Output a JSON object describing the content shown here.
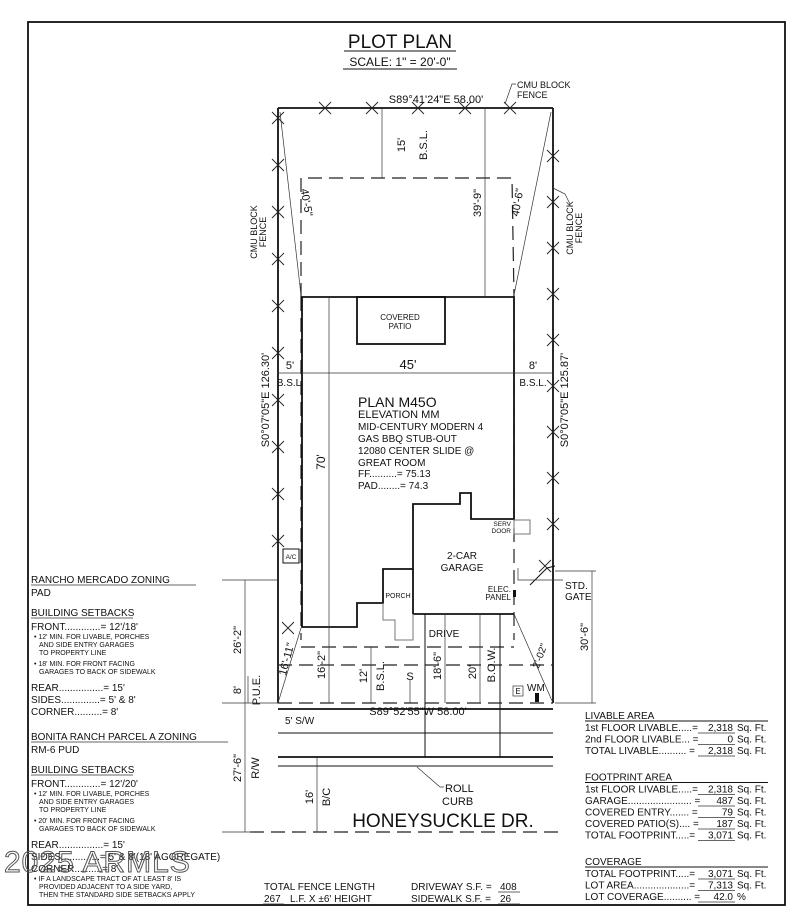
{
  "title": "PLOT PLAN",
  "scale": "SCALE: 1\" = 20'-0\"",
  "watermark": "2025 ARMLS",
  "lot": {
    "rear_bearing": "S89°41'24\"E  58.00'",
    "front_bearing": "S89°52'55\"W  58.00'",
    "left_bearing": "S0°07'05\"E  126.30'",
    "right_bearing": "S0°07'05\"E  125.87'",
    "fence_label_top": [
      "CMU BLOCK",
      "FENCE"
    ],
    "fence_label_left": [
      "CMU BLOCK",
      "FENCE"
    ],
    "fence_label_right": [
      "CMU BLOCK",
      "FENCE"
    ]
  },
  "dimensions": {
    "rear_setback": "15'",
    "rear_bsl": "B.S.L.",
    "diag_left": "40'-5\"",
    "rear_depth": "39'-9\"",
    "diag_right": "40'-6\"",
    "width": "45'",
    "left_side": "5'",
    "left_bsl": "B.S.L",
    "right_side": "8'",
    "right_bsl": "B.S.L.",
    "depth": "70'",
    "left_front_diag": "16'-11\"",
    "front_left": "16'-2\"",
    "front_bsl_dim": "12'",
    "front_bsl": "B.S.L.",
    "s_label": "S",
    "drive_dim": "18'-6\"",
    "bow_dim": "20'",
    "bow": "B.O.W.",
    "right_front_diag": "2'-02\"",
    "gate_dim": "30'-6\"",
    "left_outer": "26'-2\"",
    "pue_dim": "8'",
    "pue": "P.U.E.",
    "rw_dim": "27'-6\"",
    "rw": "R/W",
    "bc_dim": "16'",
    "bc": "B/C"
  },
  "labels": {
    "covered_patio": [
      "COVERED",
      "PATIO"
    ],
    "plan": "PLAN M45O",
    "elevation": "ELEVATION MM",
    "notes": [
      "MID-CENTURY MODERN 4",
      "GAS BBQ STUB-OUT",
      "12080 CENTER SLIDE @",
      "GREAT ROOM"
    ],
    "ff": "FF..........= 75.13",
    "pad": "PAD........= 74.3",
    "serv_door": [
      "SERV",
      "DOOR"
    ],
    "ac": "A/C",
    "garage": [
      "2-CAR",
      "GARAGE"
    ],
    "elec_panel": [
      "ELEC.",
      "PANEL"
    ],
    "porch": "PORCH",
    "drive": "DRIVE",
    "std_gate": [
      "STD.",
      "GATE"
    ],
    "e": "E",
    "wm": "WM",
    "sidewalk": "5' S/W",
    "roll_curb": [
      "ROLL",
      "CURB"
    ],
    "street": "HONEYSUCKLE DR."
  },
  "zoning": [
    {
      "title": "RANCHO MERCADO ZONING",
      "code": "PAD",
      "setbacks_title": "BUILDING SETBACKS",
      "front": "FRONT.............= 12'/18'",
      "front_notes": [
        [
          "• 12' MIN. FOR LIVABLE, PORCHES",
          "AND SIDE ENTRY GARAGES",
          "TO PROPERTY LINE"
        ],
        [
          "• 18' MIN. FOR FRONT FACING",
          "GARAGES TO BACK OF SIDEWALK"
        ]
      ],
      "rear": "REAR................= 15'",
      "sides": "SIDES..............= 5' & 8'",
      "corner": "CORNER..........= 8'"
    },
    {
      "title": "BONITA RANCH PARCEL A ZONING",
      "code": "RM-6 PUD",
      "setbacks_title": "BUILDING SETBACKS",
      "front": "FRONT.............= 12'/20'",
      "front_notes": [
        [
          "• 12' MIN. FOR LIVABLE, PORCHES",
          "AND SIDE ENTRY GARAGES",
          "TO PROPERTY LINE"
        ],
        [
          "• 20' MIN. FOR FRONT FACING",
          "GARAGES TO BACK OF SIDEWALK"
        ]
      ],
      "rear": "REAR................= 15'",
      "sides": "SIDES..............= 5' & 8'(13' AGGREGATE)",
      "corner": "CORNER..........= 8'",
      "corner_note": [
        "• IF A LANDSCAPE TRACT OF AT LEAST 8' IS",
        "PROVIDED ADJACENT TO A SIDE YARD,",
        "THEN THE STANDARD SIDE SETBACKS APPLY"
      ]
    }
  ],
  "fence": {
    "title": "TOTAL FENCE LENGTH",
    "length": "267",
    "rest": "L.F.  X  ±6' HEIGHT"
  },
  "flatwork": [
    {
      "label": "DRIVEWAY S.F.  =",
      "value": "408"
    },
    {
      "label": "SIDEWALK S.F.  =",
      "value": "26"
    }
  ],
  "areas": [
    {
      "title": "LIVABLE AREA",
      "rows": [
        {
          "label": "1st FLOOR LIVABLE.....=",
          "value": "2,318",
          "unit": "Sq. Ft."
        },
        {
          "label": "2nd FLOOR LIVABLE... =",
          "value": "0",
          "unit": "Sq. Ft."
        },
        {
          "label": "TOTAL LIVABLE.......... =",
          "value": "2,318",
          "unit": "Sq. Ft."
        }
      ]
    },
    {
      "title": "FOOTPRINT AREA",
      "rows": [
        {
          "label": "1st FLOOR LIVABLE.....=",
          "value": "2,318",
          "unit": "Sq. Ft."
        },
        {
          "label": "GARAGE....................... =",
          "value": "487",
          "unit": "Sq. Ft."
        },
        {
          "label": "COVERED ENTRY....... =",
          "value": "79",
          "unit": "Sq. Ft."
        },
        {
          "label": "COVERED PATIO(S).... =",
          "value": "187",
          "unit": "Sq. Ft."
        },
        {
          "label": "TOTAL FOOTPRINT.....=",
          "value": "3,071",
          "unit": "Sq. Ft."
        }
      ]
    },
    {
      "title": "COVERAGE",
      "rows": [
        {
          "label": "TOTAL FOOTPRINT.....=",
          "value": "3,071",
          "unit": "Sq. Ft."
        },
        {
          "label": "LOT AREA....................=",
          "value": "7,313",
          "unit": "Sq. Ft."
        },
        {
          "label": "LOT COVERAGE.......... =",
          "value": "42.0",
          "unit": "%"
        }
      ]
    }
  ]
}
